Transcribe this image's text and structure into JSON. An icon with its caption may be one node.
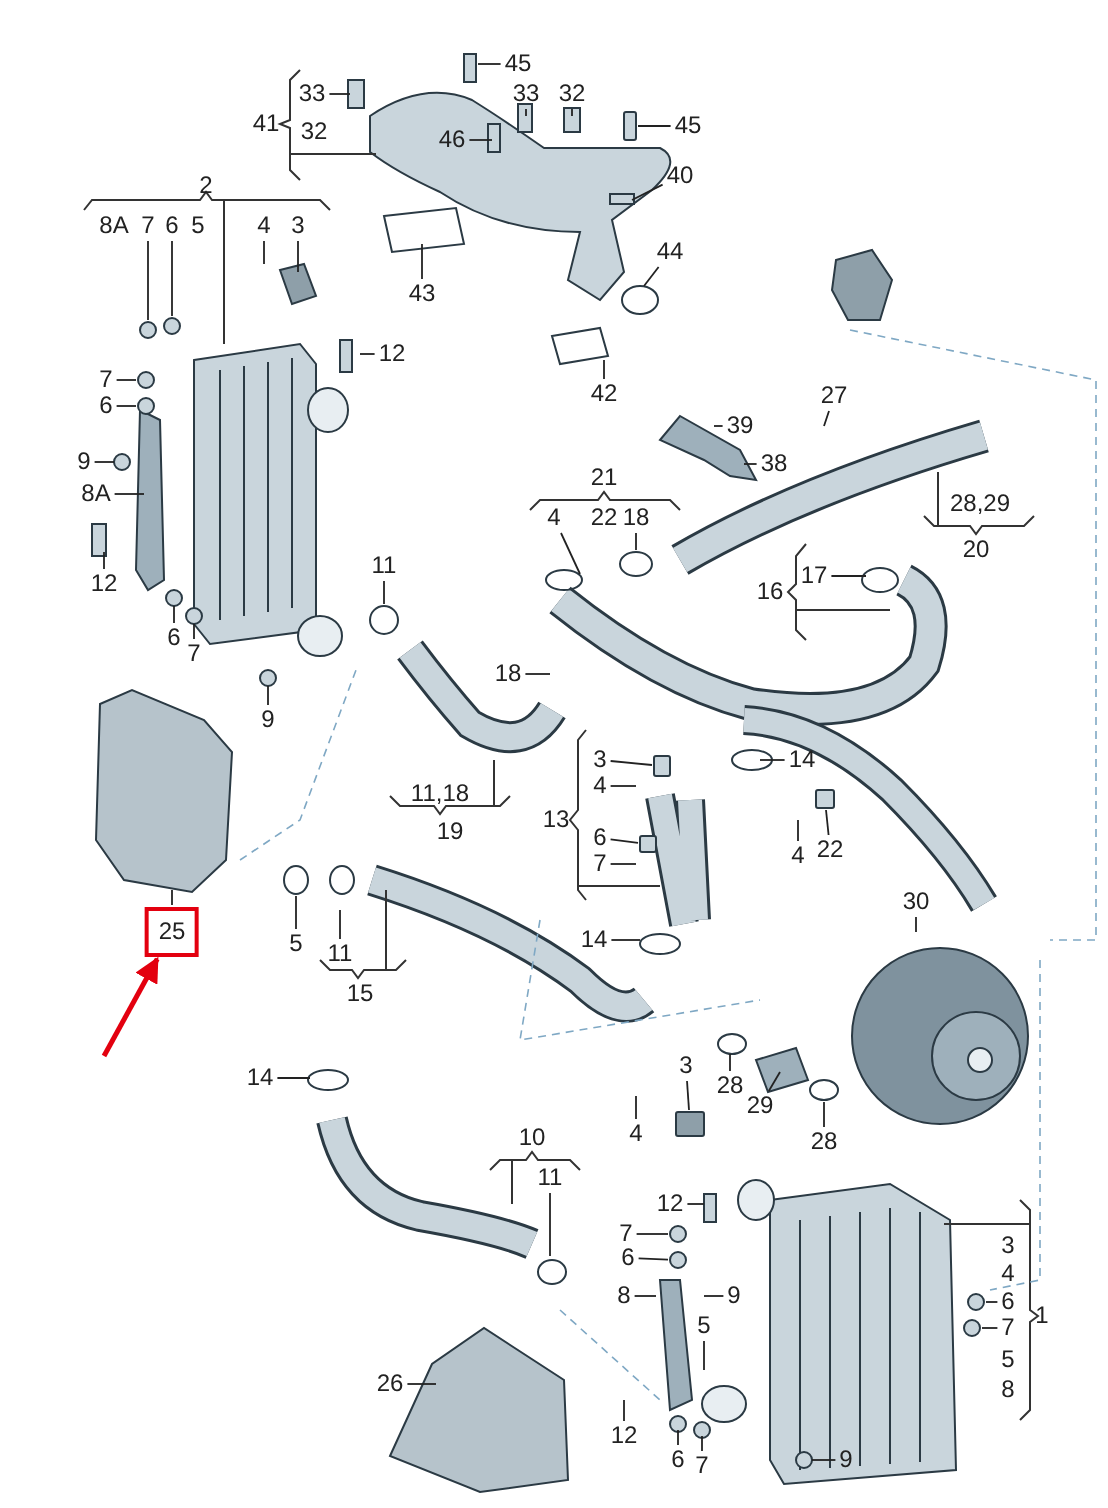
{
  "diagram": {
    "nodes": [
      {
        "text": [
          "45"
        ]
      },
      {
        "text": [
          "33"
        ]
      },
      {
        "text": [
          "46"
        ]
      },
      {
        "text": [
          "33"
        ]
      },
      {
        "text": [
          "32"
        ]
      },
      {
        "text": [
          "45"
        ]
      },
      {
        "text": [
          "40"
        ]
      },
      {
        "text": [
          "43"
        ]
      },
      {
        "text": [
          "44"
        ]
      },
      {
        "text": [
          "42"
        ]
      },
      {
        "text": [
          "7"
        ]
      },
      {
        "text": [
          "6"
        ]
      },
      {
        "text": [
          "4"
        ]
      },
      {
        "text": [
          "3"
        ]
      },
      {
        "text": [
          "12"
        ]
      },
      {
        "text": [
          "7"
        ]
      },
      {
        "text": [
          "6"
        ]
      },
      {
        "text": [
          "9"
        ]
      },
      {
        "text": [
          "8A"
        ]
      },
      {
        "text": [
          "12"
        ]
      },
      {
        "text": [
          "6"
        ]
      },
      {
        "text": [
          "7"
        ]
      },
      {
        "text": [
          "9"
        ]
      },
      {
        "text": [
          "11"
        ]
      },
      {
        "text": [
          "18"
        ]
      },
      {
        "text": [
          "25"
        ]
      },
      {
        "text": [
          "5"
        ]
      },
      {
        "text": [
          "11"
        ]
      },
      {
        "text": [
          "39"
        ]
      },
      {
        "text": [
          "27"
        ]
      },
      {
        "text": [
          "38"
        ]
      },
      {
        "text": [
          "4"
        ]
      },
      {
        "text": [
          "18"
        ]
      },
      {
        "text": [
          "17"
        ]
      },
      {
        "text": [
          "3"
        ]
      },
      {
        "text": [
          "4"
        ]
      },
      {
        "text": [
          "6"
        ]
      },
      {
        "text": [
          "7"
        ]
      },
      {
        "text": [
          "14"
        ]
      },
      {
        "text": [
          "4"
        ]
      },
      {
        "text": [
          "22"
        ]
      },
      {
        "text": [
          "14"
        ]
      },
      {
        "text": [
          "30"
        ]
      },
      {
        "text": [
          "14"
        ]
      },
      {
        "text": [
          "11"
        ]
      },
      {
        "text": [
          "26"
        ]
      },
      {
        "text": [
          "3"
        ]
      },
      {
        "text": [
          "4"
        ]
      },
      {
        "text": [
          "28"
        ]
      },
      {
        "text": [
          "29"
        ]
      },
      {
        "text": [
          "28"
        ]
      },
      {
        "text": [
          "12"
        ]
      },
      {
        "text": [
          "7"
        ]
      },
      {
        "text": [
          "6"
        ]
      },
      {
        "text": [
          "8"
        ]
      },
      {
        "text": [
          "9"
        ]
      },
      {
        "text": [
          "5"
        ]
      },
      {
        "text": [
          "12"
        ]
      },
      {
        "text": [
          "6"
        ]
      },
      {
        "text": [
          "7"
        ]
      },
      {
        "text": [
          "9"
        ]
      },
      {
        "text": [
          "6"
        ]
      },
      {
        "text": [
          "7"
        ]
      },
      {
        "text": [],
        "shape": "box"
      },
      {
        "text": [],
        "shape": "circle"
      },
      {
        "text": [],
        "shape": "circle"
      },
      {
        "text": [],
        "shape": "circle"
      },
      {
        "text": [],
        "shape": "circle"
      },
      {
        "text": [],
        "shape": "box"
      },
      {
        "text": [],
        "shape": "box"
      },
      {
        "text": [],
        "shape": "box"
      },
      {
        "text": [],
        "shape": "box"
      },
      {
        "text": [],
        "shape": "circle"
      },
      {
        "text": [],
        "shape": "circle"
      },
      {
        "text": [],
        "shape": "circle"
      },
      {
        "text": [],
        "shape": "circle"
      },
      {
        "text": [],
        "shape": "circle"
      },
      {
        "text": [],
        "shape": "circle"
      }
    ],
    "edges": [
      {
        "from": 0,
        "to": null,
        "arrow": "none"
      },
      {
        "from": 1,
        "to": null,
        "arrow": "none"
      },
      {
        "from": 2,
        "to": null,
        "arrow": "none"
      },
      {
        "from": 3,
        "to": null,
        "arrow": "none"
      },
      {
        "from": 4,
        "to": null,
        "arrow": "none"
      },
      {
        "from": 5,
        "to": 63,
        "arrow": "none"
      },
      {
        "from": 6,
        "to": null,
        "arrow": "none"
      },
      {
        "from": 7,
        "to": null,
        "arrow": "none"
      },
      {
        "from": 8,
        "to": null,
        "arrow": "none"
      },
      {
        "from": 9,
        "to": null,
        "arrow": "none"
      },
      {
        "from": 10,
        "to": 64,
        "arrow": "none"
      },
      {
        "from": 11,
        "to": 77,
        "arrow": "none"
      },
      {
        "from": 12,
        "to": null,
        "arrow": "none"
      },
      {
        "from": 13,
        "to": null,
        "arrow": "none"
      },
      {
        "from": 14,
        "to": null,
        "arrow": "none"
      },
      {
        "from": 15,
        "to": 65,
        "arrow": "none"
      },
      {
        "from": 16,
        "to": null,
        "arrow": "none"
      },
      {
        "from": 17,
        "to": null,
        "arrow": "none"
      },
      {
        "from": 18,
        "to": null,
        "arrow": "none"
      },
      {
        "from": 19,
        "to": null,
        "arrow": "none"
      },
      {
        "from": 20,
        "to": null,
        "arrow": "none"
      },
      {
        "from": 21,
        "to": null,
        "arrow": "none"
      },
      {
        "from": 22,
        "to": null,
        "arrow": "none"
      },
      {
        "from": 23,
        "to": null,
        "arrow": "none"
      },
      {
        "from": 24,
        "to": null,
        "arrow": "none"
      },
      {
        "from": 25,
        "to": null,
        "arrow": "none"
      },
      {
        "from": 26,
        "to": 66,
        "arrow": "none"
      },
      {
        "from": 27,
        "to": null,
        "arrow": "none"
      },
      {
        "from": 28,
        "to": null,
        "arrow": "none"
      },
      {
        "from": 29,
        "to": null,
        "arrow": "none"
      },
      {
        "from": 30,
        "to": null,
        "arrow": "none"
      },
      {
        "from": 31,
        "to": null,
        "arrow": "none"
      },
      {
        "from": 32,
        "to": 67,
        "arrow": "none"
      },
      {
        "from": 33,
        "to": null,
        "arrow": "none"
      },
      {
        "from": 34,
        "to": 68,
        "arrow": "none"
      },
      {
        "from": 35,
        "to": null,
        "arrow": "none"
      },
      {
        "from": 36,
        "to": 69,
        "arrow": "none"
      },
      {
        "from": 37,
        "to": null,
        "arrow": "none"
      },
      {
        "from": 38,
        "to": null,
        "arrow": "none"
      },
      {
        "from": 39,
        "to": null,
        "arrow": "none"
      },
      {
        "from": 40,
        "to": 70,
        "arrow": "none"
      },
      {
        "from": 41,
        "to": null,
        "arrow": "none"
      },
      {
        "from": 42,
        "to": null,
        "arrow": "none"
      },
      {
        "from": 43,
        "to": null,
        "arrow": "none"
      },
      {
        "from": 44,
        "to": null,
        "arrow": "none"
      },
      {
        "from": 45,
        "to": null,
        "arrow": "none"
      },
      {
        "from": 46,
        "to": 71,
        "arrow": "none"
      },
      {
        "from": 47,
        "to": null,
        "arrow": "none"
      },
      {
        "from": 48,
        "to": null,
        "arrow": "none"
      },
      {
        "from": 49,
        "to": null,
        "arrow": "none"
      },
      {
        "from": 50,
        "to": 72,
        "arrow": "none"
      },
      {
        "from": 51,
        "to": null,
        "arrow": "none"
      },
      {
        "from": 52,
        "to": 73,
        "arrow": "none"
      },
      {
        "from": 53,
        "to": 74,
        "arrow": "none"
      },
      {
        "from": 54,
        "to": null,
        "arrow": "none"
      },
      {
        "from": 55,
        "to": null,
        "arrow": "none"
      },
      {
        "from": 56,
        "to": null,
        "arrow": "none"
      },
      {
        "from": 57,
        "to": null,
        "arrow": "none"
      },
      {
        "from": 58,
        "to": null,
        "arrow": "none"
      },
      {
        "from": 59,
        "to": null,
        "arrow": "none"
      },
      {
        "from": 60,
        "to": null,
        "arrow": "none"
      },
      {
        "from": 61,
        "to": 75,
        "arrow": "none"
      },
      {
        "from": 62,
        "to": 76,
        "arrow": "none"
      },
      {
        "from": null,
        "to": 25,
        "arrow": "to",
        "style": "thick",
        "color": "#e3000f"
      }
    ],
    "labels": [
      "41",
      "32",
      "2",
      "8A",
      "5",
      "21",
      "22",
      "28,29",
      "20",
      "16",
      "11,18",
      "19",
      "13",
      "15",
      "10",
      "3",
      "4",
      "5",
      "8",
      "1"
    ]
  }
}
